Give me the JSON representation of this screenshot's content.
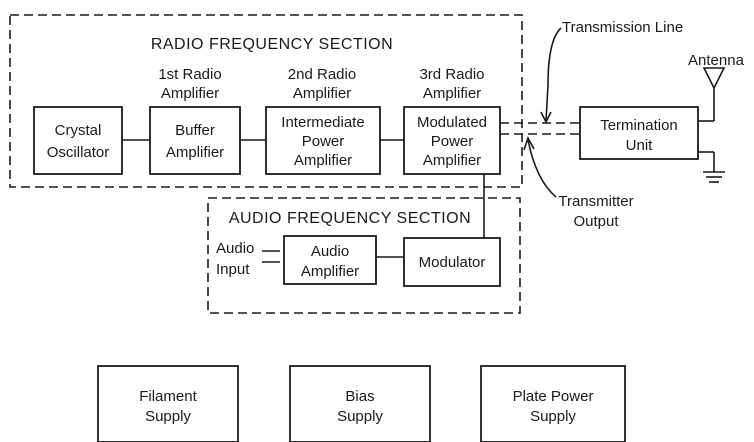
{
  "rf_section": {
    "title": "RADIO FREQUENCY SECTION"
  },
  "af_section": {
    "title": "AUDIO FREQUENCY SECTION"
  },
  "stage_labels": [
    [
      "1st Radio",
      "Amplifier"
    ],
    [
      "2nd Radio",
      "Amplifier"
    ],
    [
      "3rd Radio",
      "Amplifier"
    ]
  ],
  "blocks": {
    "crystal_oscillator": [
      "Crystal",
      "Oscillator"
    ],
    "buffer_amplifier": [
      "Buffer",
      "Amplifier"
    ],
    "intermediate_power_amplifier": [
      "Intermediate",
      "Power",
      "Amplifier"
    ],
    "modulated_power_amplifier": [
      "Modulated",
      "Power",
      "Amplifier"
    ],
    "termination_unit": [
      "Termination",
      "Unit"
    ],
    "audio_amplifier": [
      "Audio",
      "Amplifier"
    ],
    "modulator": [
      "Modulator"
    ],
    "filament_supply": [
      "Filament",
      "Supply"
    ],
    "bias_supply": [
      "Bias",
      "Supply"
    ],
    "plate_power_supply": [
      "Plate Power",
      "Supply"
    ]
  },
  "labels": {
    "transmission_line": "Transmission Line",
    "antenna": "Antenna",
    "transmitter_output": [
      "Transmitter",
      "Output"
    ],
    "audio_input": [
      "Audio",
      "Input"
    ]
  }
}
